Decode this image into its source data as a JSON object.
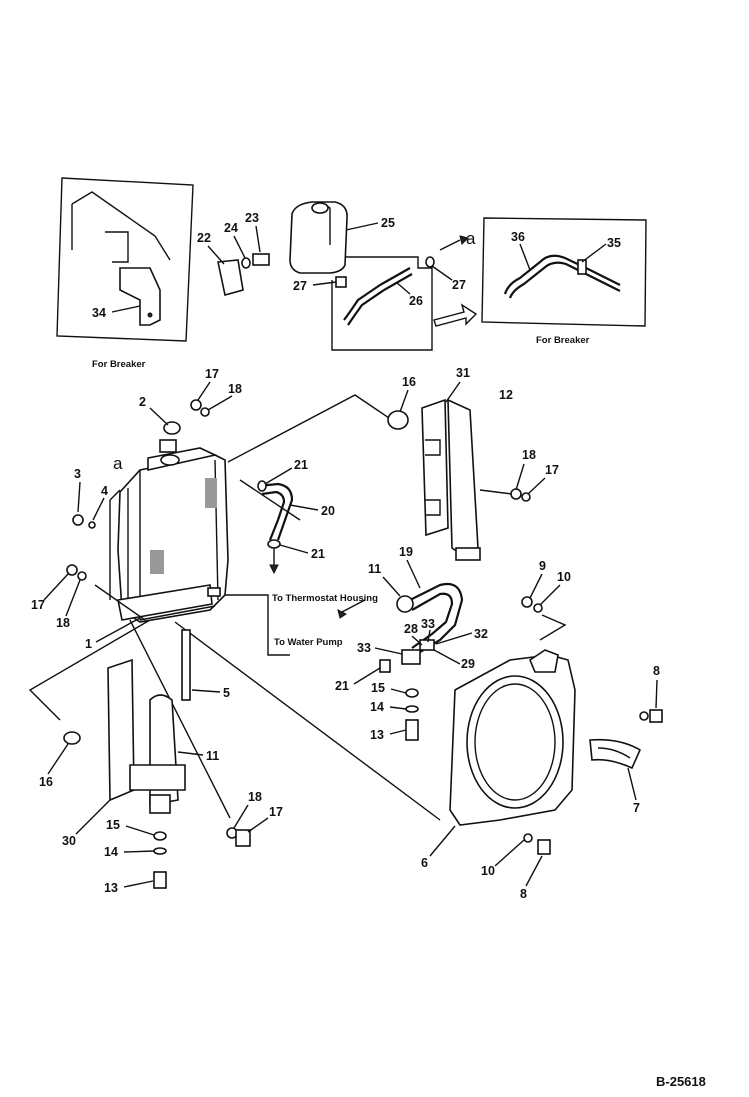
{
  "captions": {
    "breaker_left": "For Breaker",
    "breaker_right": "For Breaker",
    "thermostat": "To Thermostat Housing",
    "water_pump": "To Water Pump"
  },
  "marker": "a",
  "diagram_code": "B-25618",
  "parts": {
    "p1": "1",
    "p2": "2",
    "p3": "3",
    "p4": "4",
    "p5": "5",
    "p6": "6",
    "p7": "7",
    "p8": "8",
    "p9": "9",
    "p10": "10",
    "p11": "11",
    "p12": "12",
    "p13": "13",
    "p14": "14",
    "p15": "15",
    "p16": "16",
    "p17": "17",
    "p18": "18",
    "p19": "19",
    "p20": "20",
    "p21": "21",
    "p22": "22",
    "p23": "23",
    "p24": "24",
    "p25": "25",
    "p26": "26",
    "p27": "27",
    "p28": "28",
    "p29": "29",
    "p30": "30",
    "p31": "31",
    "p32": "32",
    "p33": "33",
    "p34": "34",
    "p35": "35",
    "p36": "36"
  }
}
